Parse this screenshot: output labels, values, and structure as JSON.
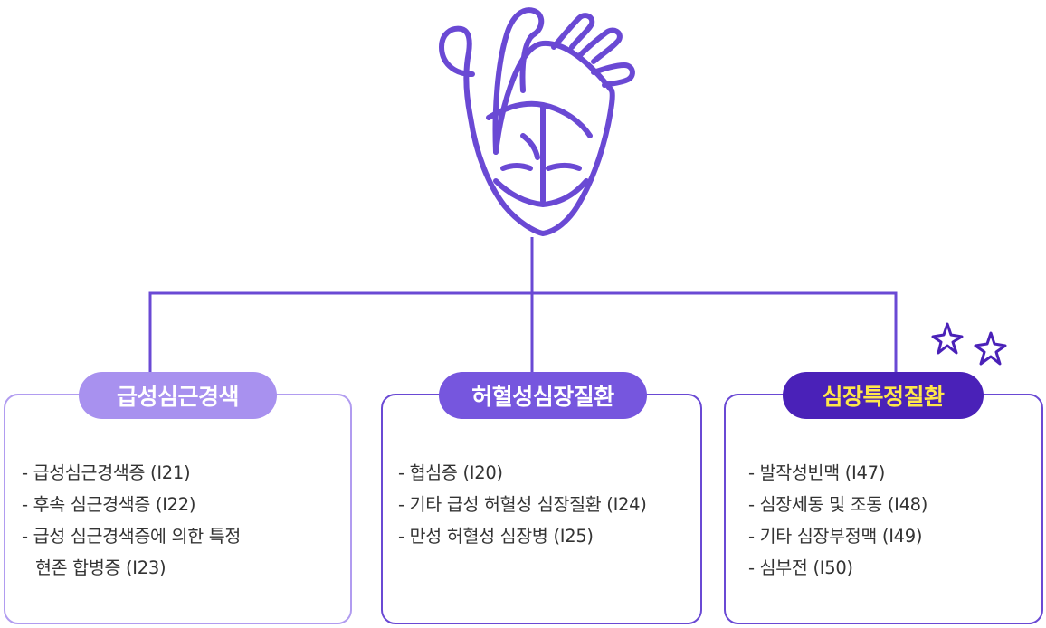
{
  "icons": {
    "center": "heart-icon",
    "decoration": "sparkle-stars-icon"
  },
  "colors": {
    "light_purple": "#a891ef",
    "medium_purple": "#7656de",
    "dark_purple": "#4a21b8",
    "highlight_text": "#ffe74a"
  },
  "categories": [
    {
      "title": "급성심근경색",
      "items": [
        "급성심근경색증 (I21)",
        "후속 심근경색증 (I22)",
        "급성 심근경색증에 의한 특정 현존 합병증 (I23)"
      ]
    },
    {
      "title": "허혈성심장질환",
      "items": [
        "협심증 (I20)",
        "기타 급성 허혈성 심장질환 (I24)",
        "만성 허혈성 심장병 (I25)"
      ]
    },
    {
      "title": "심장특정질환",
      "items": [
        "발작성빈맥 (I47)",
        "심장세동 및 조동 (I48)",
        "기타 심장부정맥 (I49)",
        "심부전 (I50)"
      ]
    }
  ]
}
